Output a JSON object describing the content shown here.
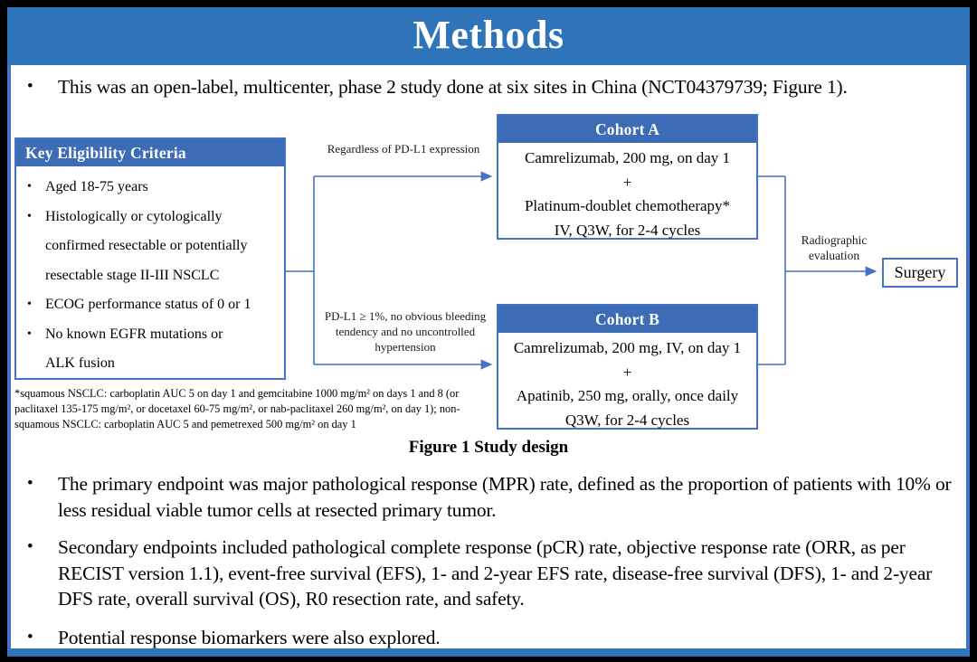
{
  "title": "Methods",
  "glyphs": {
    "bullet": "•"
  },
  "bullets": {
    "intro": "This was an open-label, multicenter, phase 2 study done at six sites in China (NCT04379739; Figure 1).",
    "primary": "The primary endpoint was major pathological response (MPR) rate, defined as the proportion of patients with 10% or less residual viable tumor cells at resected primary tumor.",
    "secondary": "Secondary endpoints included pathological complete response (pCR) rate, objective response rate (ORR, as per RECIST version 1.1), event-free survival (EFS), 1- and 2-year EFS rate, disease-free survival (DFS), 1- and 2-year DFS rate, overall survival (OS), R0 resection rate, and safety.",
    "biomarkers": "Potential response biomarkers were also explored."
  },
  "figure": {
    "caption": "Figure 1 Study design",
    "eligibility": {
      "header": "Key Eligibility Criteria",
      "items": [
        {
          "lines": [
            "Aged 18-75 years"
          ]
        },
        {
          "lines": [
            "Histologically or cytologically",
            "confirmed resectable or potentially",
            "resectable stage II-III NSCLC"
          ]
        },
        {
          "lines": [
            "ECOG performance status of 0 or 1"
          ]
        },
        {
          "lines": [
            "No known EGFR mutations or",
            "ALK fusion"
          ]
        }
      ]
    },
    "labels": {
      "regardless": "Regardless of PD-L1 expression",
      "pdl1": "PD-L1 ≥ 1%, no obvious bleeding tendency and no uncontrolled hypertension",
      "radiographic": "Radiographic evaluation"
    },
    "cohort_a": {
      "header": "Cohort A",
      "lines": [
        "Camrelizumab, 200 mg, on day 1",
        "+",
        "Platinum-doublet chemotherapy*",
        "IV, Q3W, for 2-4 cycles"
      ]
    },
    "cohort_b": {
      "header": "Cohort B",
      "lines": [
        "Camrelizumab, 200 mg, IV, on day 1",
        "+",
        "Apatinib, 250 mg, orally, once daily",
        "Q3W, for 2-4 cycles"
      ]
    },
    "surgery_label": "Surgery",
    "footnote": "*squamous NSCLC: carboplatin AUC 5 on day 1 and gemcitabine 1000 mg/m² on days 1 and 8 (or paclitaxel 135-175 mg/m², or docetaxel 60-75 mg/m², or nab-paclitaxel 260 mg/m², on day 1); non-squamous NSCLC: carboplatin AUC 5 and pemetrexed 500 mg/m² on day 1"
  },
  "colors": {
    "title_bar_blue": "#2F73B8",
    "box_header_blue": "#3B6CB5",
    "connector_blue": "#4472C4",
    "bottom_bar_blue": "#2F73B8"
  }
}
